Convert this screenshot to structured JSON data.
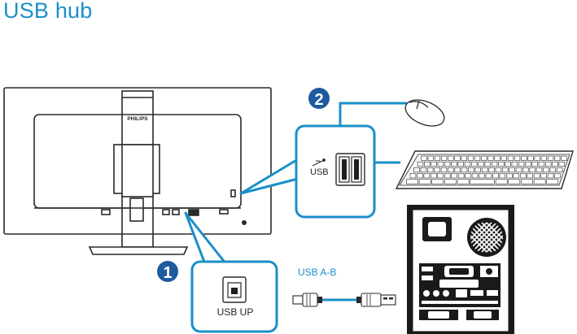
{
  "title": "USB hub",
  "monitor": {
    "brand": "PHILIPS"
  },
  "steps": [
    {
      "number": "1",
      "label": "USB UP"
    },
    {
      "number": "2",
      "label": "USB"
    }
  ],
  "cable": {
    "label": "USB A-B"
  },
  "peripherals": {
    "mouse_icon": "mouse-icon",
    "keyboard_icon": "keyboard-icon",
    "pc_icon": "pc-tower-icon"
  },
  "colors": {
    "accent": "#1a8fc9",
    "line": "#2a2a2a",
    "badge": "#1e5a9e",
    "cable": "#1a8fc9"
  }
}
